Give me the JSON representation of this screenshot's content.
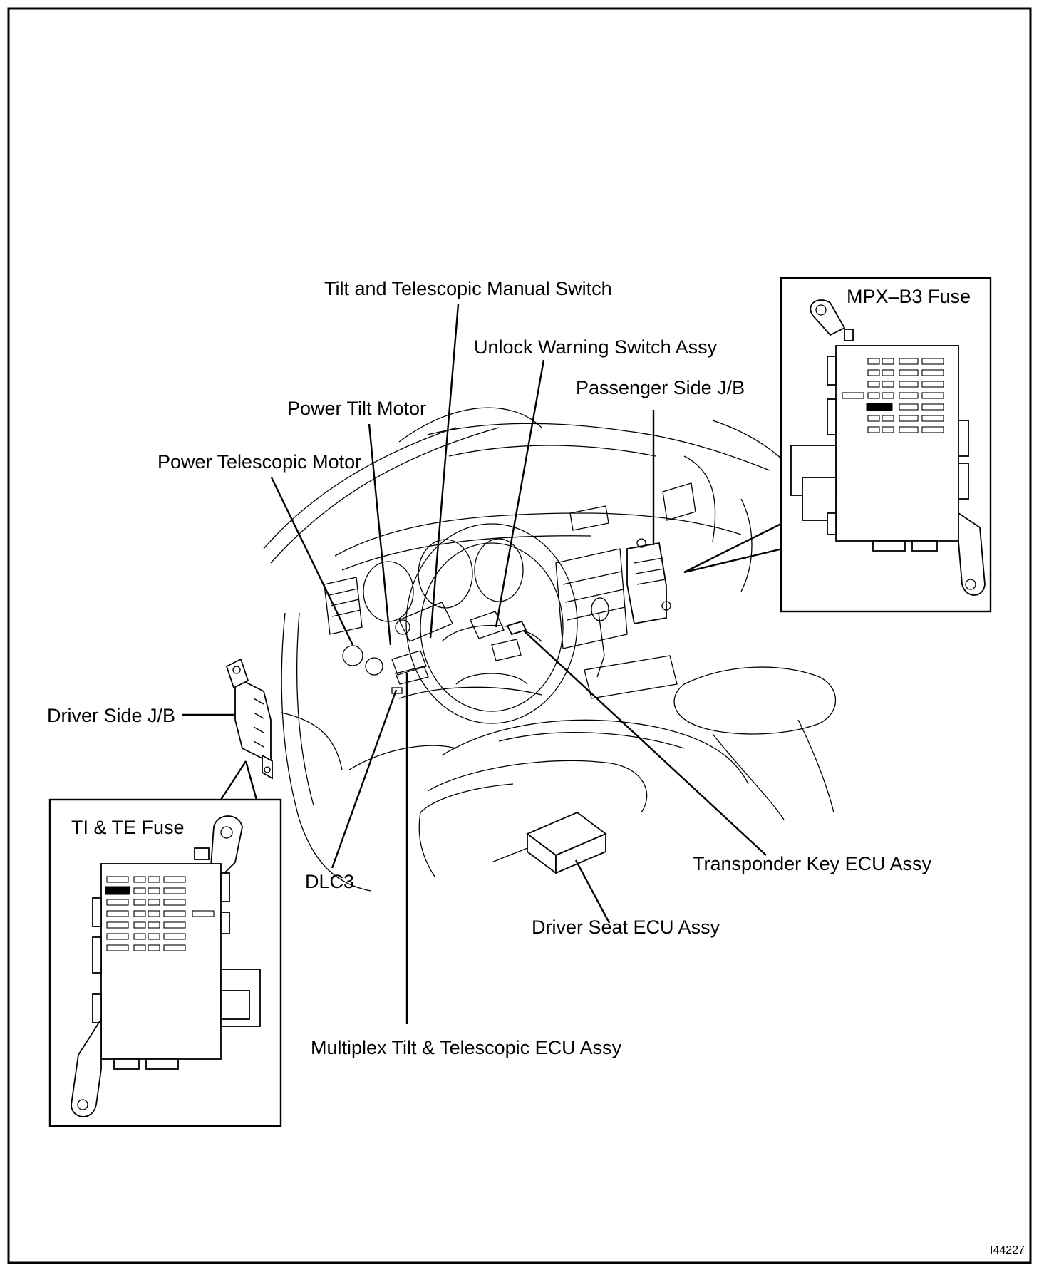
{
  "figure_id": "I44227",
  "labels": {
    "tilt_telescopic_manual_switch": "Tilt and Telescopic Manual Switch",
    "unlock_warning_switch_assy": "Unlock Warning Switch Assy",
    "passenger_side_jb": "Passenger Side J/B",
    "power_tilt_motor": "Power Tilt Motor",
    "power_telescopic_motor": "Power Telescopic Motor",
    "driver_side_jb": "Driver Side J/B",
    "dlc3": "DLC3",
    "transponder_key_ecu_assy": "Transponder Key ECU Assy",
    "driver_seat_ecu_assy": "Driver Seat ECU Assy",
    "multiplex_tilt_telescopic_ecu_assy": "Multiplex Tilt & Telescopic ECU Assy"
  },
  "insets": {
    "driver_side": {
      "fuse_label": "TI & TE Fuse"
    },
    "passenger_side": {
      "fuse_label": "MPX–B3 Fuse"
    }
  },
  "colors": {
    "line": "#000000",
    "background": "#ffffff"
  }
}
